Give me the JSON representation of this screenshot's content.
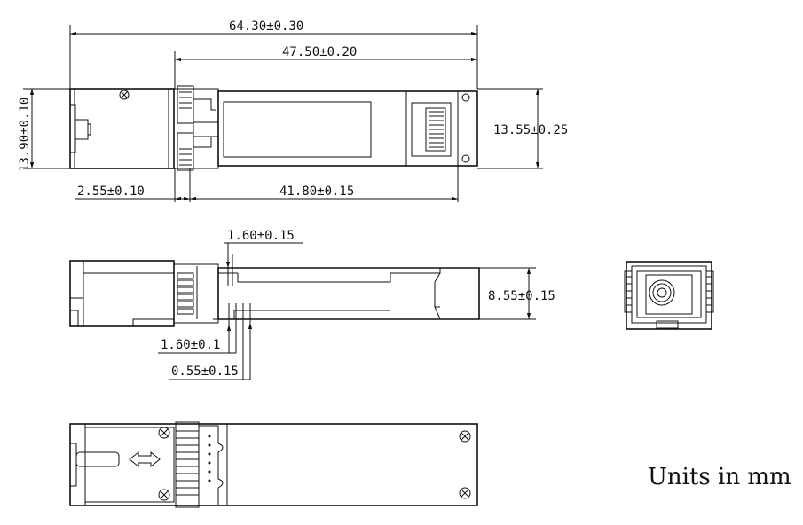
{
  "top_view": {
    "overall_length": "64.30±0.30",
    "body_length": "47.50±0.20",
    "left_height": "13.90±0.10",
    "right_height": "13.55±0.25",
    "latch_offset": "2.55±0.10",
    "body_to_connector": "41.80±0.15"
  },
  "side_view": {
    "top_step": "1.60±0.15",
    "height": "8.55±0.15",
    "bottom_step": "1.60±0.1",
    "bottom_offset": "0.55±0.15"
  },
  "units_note": "Units in mm"
}
